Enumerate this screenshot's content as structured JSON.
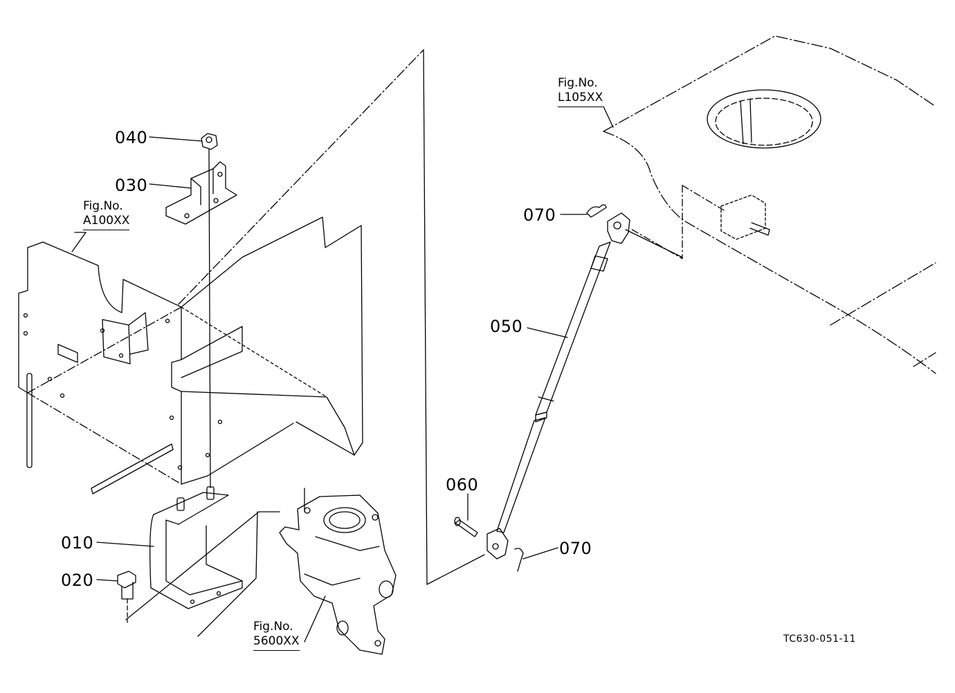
{
  "parts": [
    {
      "id": "p040",
      "label": "040"
    },
    {
      "id": "p030",
      "label": "030"
    },
    {
      "id": "p010",
      "label": "010"
    },
    {
      "id": "p020",
      "label": "020"
    },
    {
      "id": "p050",
      "label": "050"
    },
    {
      "id": "p060",
      "label": "060"
    },
    {
      "id": "p070a",
      "label": "070"
    },
    {
      "id": "p070b",
      "label": "070"
    }
  ],
  "figure_refs": [
    {
      "id": "fa100",
      "title": "Fig.No.",
      "ref": "A100XX"
    },
    {
      "id": "fl105",
      "title": "Fig.No.",
      "ref": "L105XX"
    },
    {
      "id": "f5600",
      "title": "Fig.No.",
      "ref": "5600XX"
    }
  ],
  "drawing_code": "TC630-051-11",
  "colors": {
    "ink": "#000000",
    "paper": "#ffffff"
  }
}
